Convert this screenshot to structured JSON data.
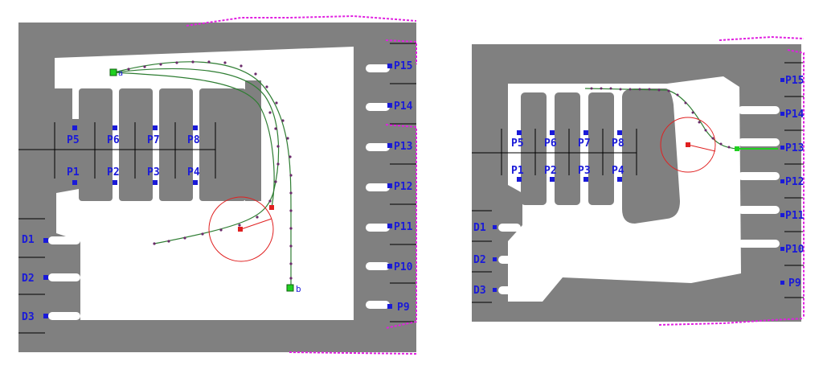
{
  "colors": {
    "wall": "#808080",
    "free": "#ffffff",
    "slot_line": "#000000",
    "label": "#1a1ad8",
    "marker": "#1a1ad8",
    "boundary": "#e020e0",
    "path_line": "#2e7d32",
    "path_dot": "#6a2a6a",
    "robot": "#e02020",
    "endpoint": "#20d020"
  },
  "left_map": {
    "slots_top": [
      "P5",
      "P6",
      "P7",
      "P8"
    ],
    "slots_bottom": [
      "P1",
      "P2",
      "P3",
      "P4"
    ],
    "right_slots": [
      "P15",
      "P14",
      "P13",
      "P12",
      "P11",
      "P10",
      "P9"
    ],
    "left_slots": [
      "D1",
      "D2",
      "D3"
    ],
    "start_marker": "a",
    "end_marker": "b"
  },
  "right_map": {
    "slots_top": [
      "P5",
      "P6",
      "P7",
      "P8"
    ],
    "slots_bottom": [
      "P1",
      "P2",
      "P3",
      "P4"
    ],
    "right_slots": [
      "P15",
      "P14",
      "P13",
      "P12",
      "P11",
      "P10",
      "P9"
    ],
    "left_slots": [
      "D1",
      "D2",
      "D3"
    ]
  }
}
